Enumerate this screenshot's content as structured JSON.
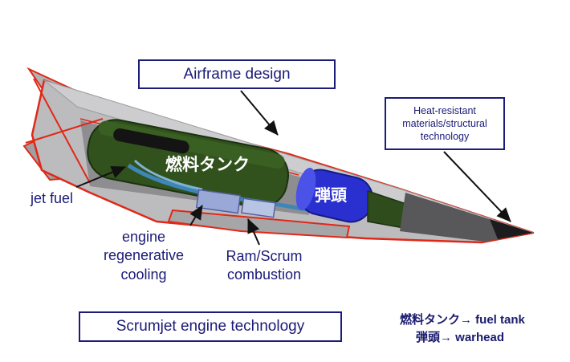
{
  "diagram": {
    "boxes": {
      "airframe": "Airframe design",
      "heat_resistant": "Heat-resistant materials/structural technology",
      "scrumjet": "Scrumjet engine technology"
    },
    "callouts": {
      "jet_fuel": "jet fuel",
      "engine_cooling": "engine regenerative cooling",
      "ram_scrum": "Ram/Scrum combustion"
    },
    "part_labels": {
      "fuel_tank_jp": "燃料タンク",
      "warhead_jp": "弾頭"
    },
    "legend": {
      "fuel_tank": "燃料タンク→ fuel tank",
      "warhead": "弾頭→ warhead"
    },
    "colors": {
      "text_navy": "#1b1b78",
      "outline_red": "#e02818",
      "body_gray": "#bcbcbe",
      "fuel_tank_green": "#31511d",
      "warhead_blue": "#2a30cf",
      "nose_dark": "#1c1c1e",
      "pipe_blue": "#3f86b8"
    }
  }
}
